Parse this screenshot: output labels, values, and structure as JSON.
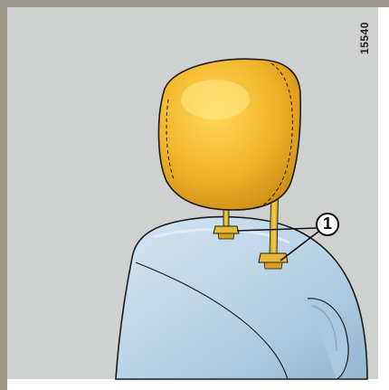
{
  "figure": {
    "reference_number": "15540",
    "callouts": [
      {
        "label": "1",
        "points_to": [
          "left-headrest-guide",
          "right-headrest-guide"
        ]
      }
    ]
  },
  "colors": {
    "frame": "#9a9689",
    "background": "#cfd1d0",
    "headrest": "#f0b82a",
    "seat": "#b9d4e8",
    "outline": "#1a1a1a"
  }
}
